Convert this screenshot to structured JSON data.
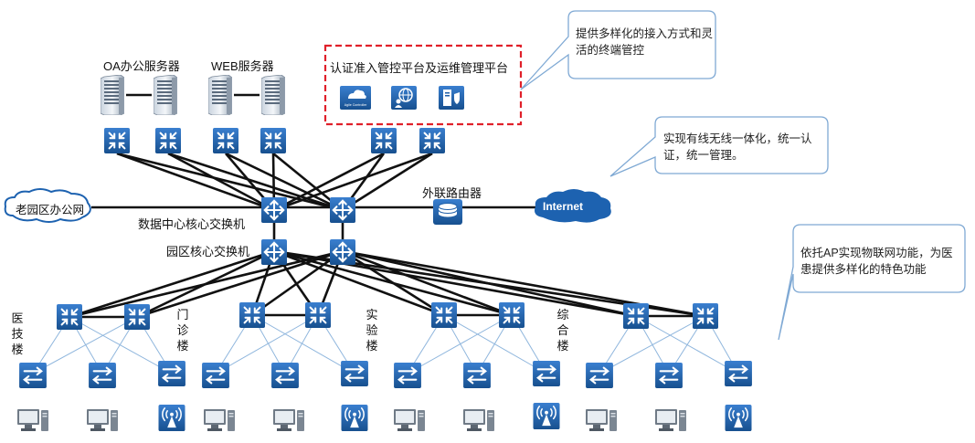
{
  "labels": {
    "oa_server": "OA办公服务器",
    "web_server": "WEB服务器",
    "auth_platform": "认证准入管控平台及运维管理平台",
    "dc_core": "数据中心核心交换机",
    "campus_core": "园区核心交换机",
    "ext_router": "外联路由器",
    "old_campus": "老园区办公网",
    "internet": "Internet",
    "agile_controller": "Agile Controller"
  },
  "buildings": [
    {
      "name": "医技楼"
    },
    {
      "name": "门诊楼"
    },
    {
      "name": "实验楼"
    },
    {
      "name": "综合楼"
    }
  ],
  "callouts": {
    "terminal_control": "提供多样化的接入方式和灵活的终端管控",
    "wired_wireless": "实现有线无线一体化，统一认证，统一管理。",
    "iot": "依托AP实现物联网功能，为医患提供多样化的特色功能"
  },
  "icons": {
    "server": "server-icon",
    "switch": "switch-icon",
    "core_switch": "core-switch-icon",
    "access_switch": "access-switch-icon",
    "router": "router-icon",
    "cloud": "cloud-icon",
    "pc": "pc-icon",
    "ap": "wireless-ap-icon",
    "agile": "agile-controller-icon",
    "globe": "globe-user-icon",
    "firewall": "firewall-server-icon"
  },
  "colors": {
    "device_blue": "#1f5fa8",
    "device_dark": "#16487f",
    "dashed_box": "#e0202a",
    "cloud_fill": "#1d62b0",
    "access_link": "#8fb6dd",
    "callout_border": "#7fa9d4"
  }
}
